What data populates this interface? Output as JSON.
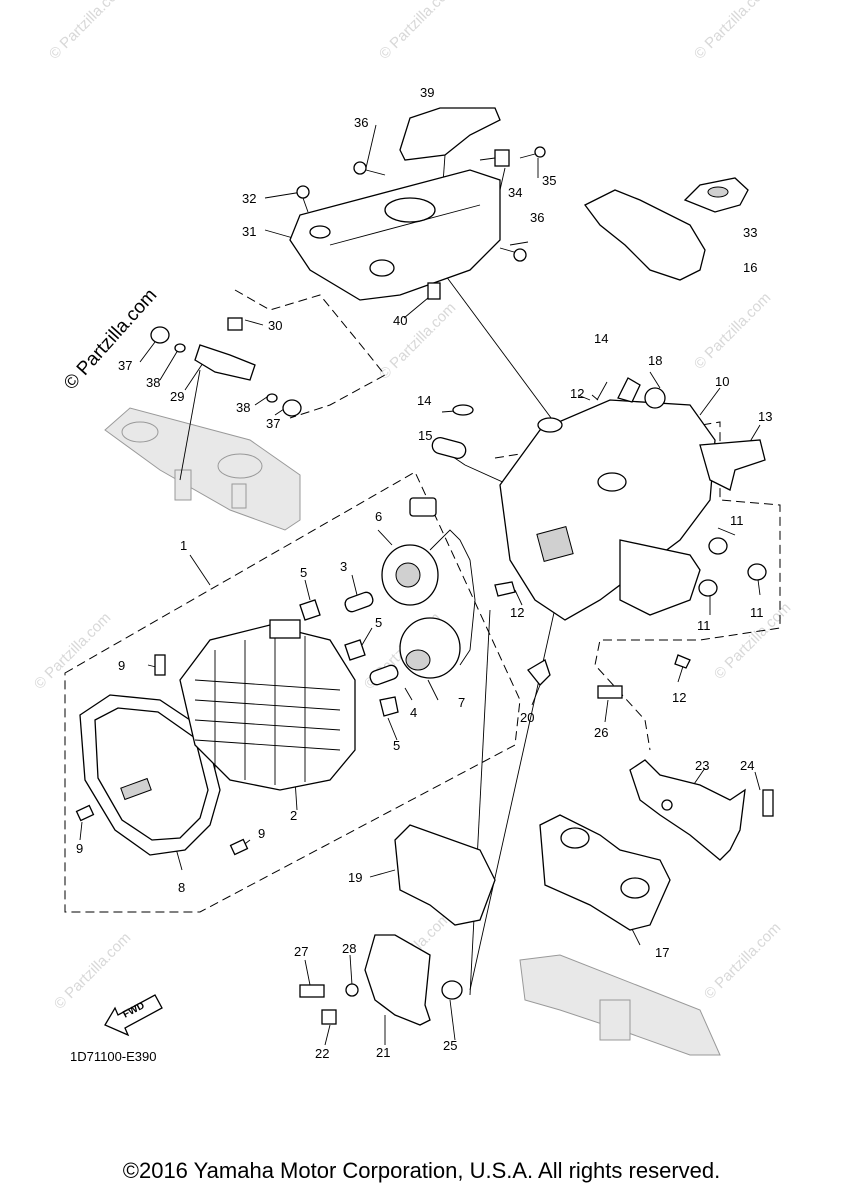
{
  "diagram": {
    "watermark_vertical": "© Partzilla.com",
    "watermark_faint": "© Partzilla.com",
    "drawing_code": "1D71100-E390",
    "fwd_label": "FWD",
    "copyright": "©2016 Yamaha Motor Corporation, U.S.A. All rights reserved.",
    "callouts": [
      {
        "id": "c1",
        "text": "1"
      },
      {
        "id": "c2",
        "text": "2"
      },
      {
        "id": "c3",
        "text": "3"
      },
      {
        "id": "c4",
        "text": "4"
      },
      {
        "id": "c5a",
        "text": "5"
      },
      {
        "id": "c5b",
        "text": "5"
      },
      {
        "id": "c5c",
        "text": "5"
      },
      {
        "id": "c6",
        "text": "6"
      },
      {
        "id": "c7",
        "text": "7"
      },
      {
        "id": "c8",
        "text": "8"
      },
      {
        "id": "c9a",
        "text": "9"
      },
      {
        "id": "c9b",
        "text": "9"
      },
      {
        "id": "c9c",
        "text": "9"
      },
      {
        "id": "c10",
        "text": "10"
      },
      {
        "id": "c11a",
        "text": "11"
      },
      {
        "id": "c11b",
        "text": "11"
      },
      {
        "id": "c11c",
        "text": "11"
      },
      {
        "id": "c12a",
        "text": "12"
      },
      {
        "id": "c12b",
        "text": "12"
      },
      {
        "id": "c12c",
        "text": "12"
      },
      {
        "id": "c13",
        "text": "13"
      },
      {
        "id": "c14a",
        "text": "14"
      },
      {
        "id": "c14b",
        "text": "14"
      },
      {
        "id": "c15",
        "text": "15"
      },
      {
        "id": "c16",
        "text": "16"
      },
      {
        "id": "c17",
        "text": "17"
      },
      {
        "id": "c18",
        "text": "18"
      },
      {
        "id": "c19",
        "text": "19"
      },
      {
        "id": "c20",
        "text": "20"
      },
      {
        "id": "c21",
        "text": "21"
      },
      {
        "id": "c22",
        "text": "22"
      },
      {
        "id": "c23",
        "text": "23"
      },
      {
        "id": "c24",
        "text": "24"
      },
      {
        "id": "c25",
        "text": "25"
      },
      {
        "id": "c26",
        "text": "26"
      },
      {
        "id": "c27",
        "text": "27"
      },
      {
        "id": "c28",
        "text": "28"
      },
      {
        "id": "c29",
        "text": "29"
      },
      {
        "id": "c30",
        "text": "30"
      },
      {
        "id": "c31",
        "text": "31"
      },
      {
        "id": "c32",
        "text": "32"
      },
      {
        "id": "c33",
        "text": "33"
      },
      {
        "id": "c34",
        "text": "34"
      },
      {
        "id": "c35",
        "text": "35"
      },
      {
        "id": "c36a",
        "text": "36"
      },
      {
        "id": "c36b",
        "text": "36"
      },
      {
        "id": "c37a",
        "text": "37"
      },
      {
        "id": "c37b",
        "text": "37"
      },
      {
        "id": "c38a",
        "text": "38"
      },
      {
        "id": "c38b",
        "text": "38"
      },
      {
        "id": "c39",
        "text": "39"
      },
      {
        "id": "c40",
        "text": "40"
      }
    ]
  }
}
